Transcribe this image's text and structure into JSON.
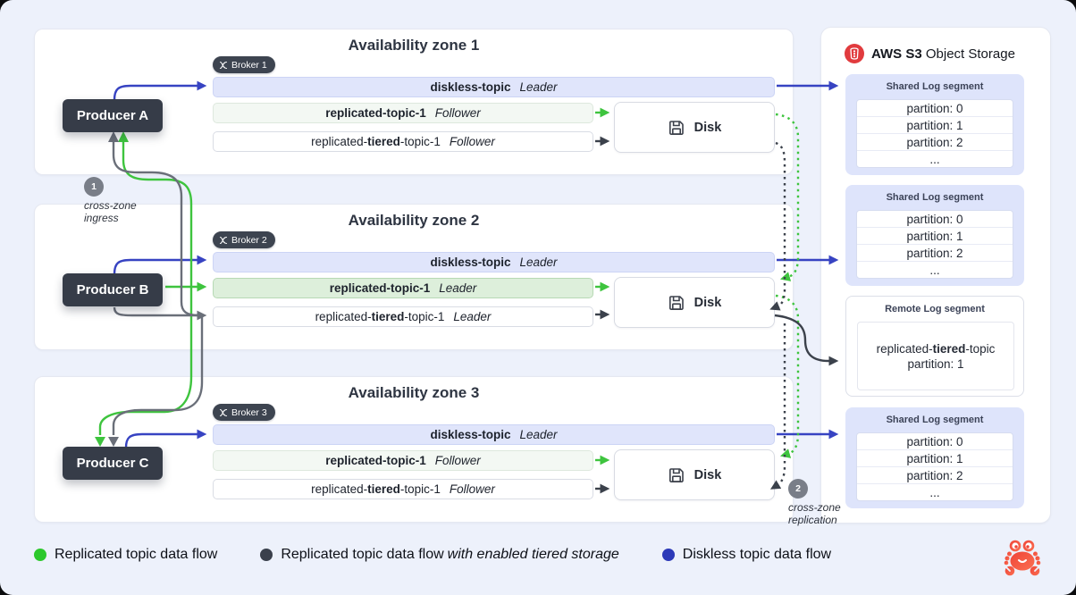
{
  "zones": [
    {
      "title": "Availability zone 1",
      "broker_label": "Broker 1",
      "disk_label": "Disk",
      "topics": [
        {
          "pre": "",
          "bold": "diskless-topic",
          "post": "",
          "status": "Leader"
        },
        {
          "pre": "",
          "bold": "replicated-topic-1",
          "post": "",
          "status": "Follower"
        },
        {
          "pre": "replicated-",
          "bold": "tiered",
          "post": "-topic-1",
          "status": "Follower"
        }
      ]
    },
    {
      "title": "Availability zone 2",
      "broker_label": "Broker 2",
      "disk_label": "Disk",
      "topics": [
        {
          "pre": "",
          "bold": "diskless-topic",
          "post": "",
          "status": "Leader"
        },
        {
          "pre": "",
          "bold": "replicated-topic-1",
          "post": "",
          "status": "Leader"
        },
        {
          "pre": "replicated-",
          "bold": "tiered",
          "post": "-topic-1",
          "status": "Leader"
        }
      ]
    },
    {
      "title": "Availability zone 3",
      "broker_label": "Broker 3",
      "disk_label": "Disk",
      "topics": [
        {
          "pre": "",
          "bold": "diskless-topic",
          "post": "",
          "status": "Leader"
        },
        {
          "pre": "",
          "bold": "replicated-topic-1",
          "post": "",
          "status": "Follower"
        },
        {
          "pre": "replicated-",
          "bold": "tiered",
          "post": "-topic-1",
          "status": "Follower"
        }
      ]
    }
  ],
  "producers": [
    {
      "label": "Producer A"
    },
    {
      "label": "Producer B"
    },
    {
      "label": "Producer C"
    }
  ],
  "storage": {
    "title_bold": "AWS S3",
    "title_rest": " Object Storage",
    "segments": [
      {
        "type": "shared",
        "title": "Shared Log segment",
        "rows": [
          "partition: 0",
          "partition: 1",
          "partition: 2",
          "..."
        ]
      },
      {
        "type": "shared",
        "title": "Shared Log segment",
        "rows": [
          "partition: 0",
          "partition: 1",
          "partition: 2",
          "..."
        ]
      },
      {
        "type": "remote",
        "title": "Remote Log segment",
        "content": {
          "pre": "replicated-",
          "bold": "tiered",
          "post": "-topic",
          "line2": "partition: 1"
        }
      },
      {
        "type": "shared",
        "title": "Shared Log segment",
        "rows": [
          "partition: 0",
          "partition: 1",
          "partition: 2",
          "..."
        ]
      }
    ]
  },
  "annotations": [
    {
      "number": "1",
      "line1": "cross-zone",
      "line2": "ingress"
    },
    {
      "number": "2",
      "line1": "cross-zone",
      "line2": "replication"
    }
  ],
  "legend": [
    {
      "color": "#2cc82c",
      "label": "Replicated topic data flow",
      "italic": ""
    },
    {
      "color": "#3a404c",
      "label": "Replicated topic data flow",
      "italic": "with enabled tiered storage"
    },
    {
      "color": "#2c39b8",
      "label": "Diskless topic data flow",
      "italic": ""
    }
  ],
  "colors": {
    "canvas_bg": "#edf1fb",
    "flow_blue": "#3743c2",
    "flow_green": "#3ec43e",
    "flow_gray": "#6a6f79",
    "flow_dark": "#3b414b",
    "producer_bg": "#363c48",
    "diskless_row_bg": "#e0e5fb",
    "leader_row_bg": "#ddefdb",
    "follower_row_bg": "#f3f8f3",
    "segment_bg": "#dee4fb",
    "s3_red": "#e13b3e"
  }
}
